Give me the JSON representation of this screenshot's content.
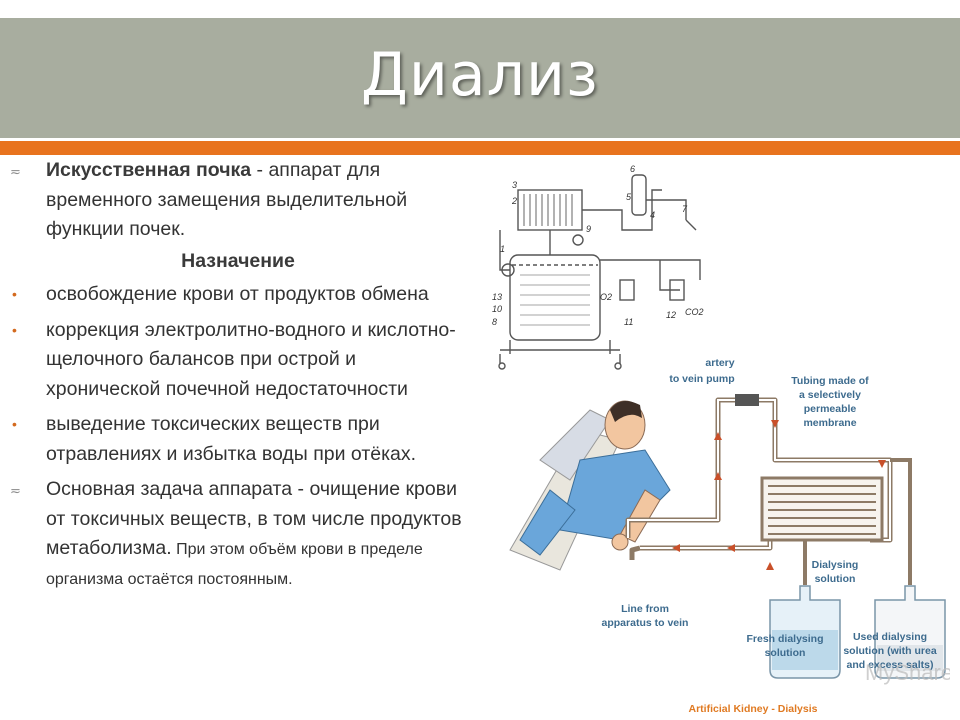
{
  "slide": {
    "title": "Диализ",
    "intro": {
      "term": "Искусственная почка",
      "text": " - аппарат для временного замещения выделительной функции почек."
    },
    "purpose_heading": "Назначение",
    "purposes": [
      "освобождение крови от продуктов обмена",
      "коррекция электролитно-водного и кислотно-щелочного балансов при острой и хронической почечной недостаточности",
      "выведение токсических веществ при отравлениях и избытка воды при отёках."
    ],
    "main_task": {
      "text": "Основная задача аппарата - очищение крови от токсичных веществ, в том числе продуктов метаболизма.",
      "small": " При этом объём крови в пределе организма остаётся постоянным."
    }
  },
  "diagram_top": {
    "labels": [
      "1",
      "2",
      "3",
      "4",
      "5",
      "6",
      "7",
      "8",
      "9",
      "10",
      "11",
      "12",
      "13",
      "CO2",
      "O2"
    ]
  },
  "diagram_bottom": {
    "labels": {
      "artery": "artery",
      "pump": "to vein pump",
      "tubing1": "Tubing made of",
      "tubing2": "a selectively",
      "tubing3": "permeable",
      "tubing4": "membrane",
      "dialysing1": "Dialysing",
      "dialysing2": "solution",
      "line1": "Line from",
      "line2": "apparatus to vein",
      "fresh1": "Fresh dialysing",
      "fresh2": "solution",
      "used1": "Used dialysing",
      "used2": "solution (with urea",
      "used3": "and excess salts)",
      "caption": "Artificial Kidney - Dialysis"
    },
    "watermark": "MyShared"
  },
  "colors": {
    "banner": "#a8ad9f",
    "rule": "#e8731e",
    "diagram_line": "#8d7a66",
    "label_blue": "#3d6b8e",
    "caption": "#e07a22"
  }
}
